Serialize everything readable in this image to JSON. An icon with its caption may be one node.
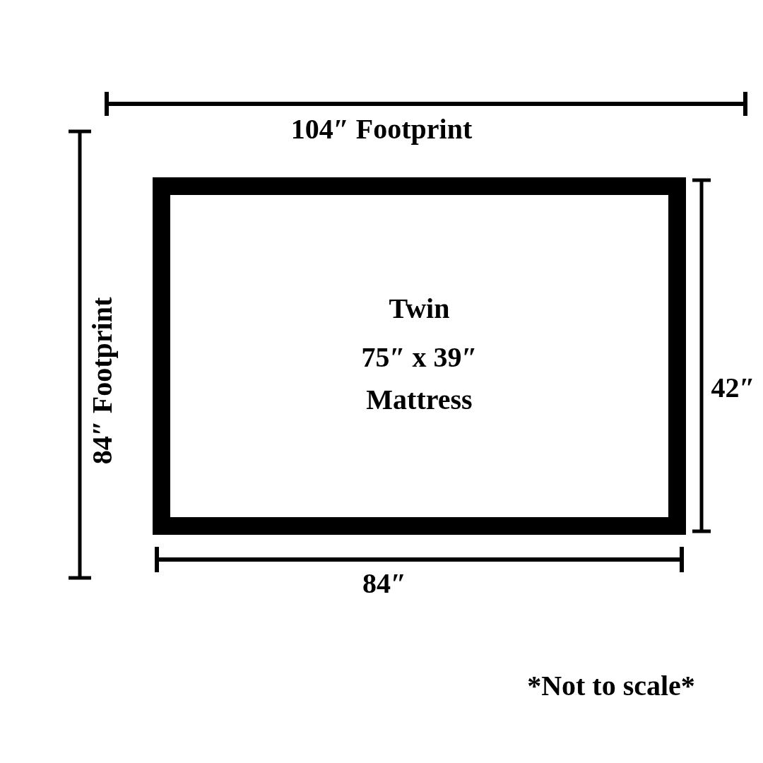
{
  "diagram": {
    "nodes": [
      {
        "text": [
          "Twin",
          "75″ x 39″ Mattress"
        ]
      }
    ],
    "labels": [
      "104″ Footprint",
      "84″ Footprint",
      "42″",
      "84″",
      "*Not to scale*"
    ]
  }
}
